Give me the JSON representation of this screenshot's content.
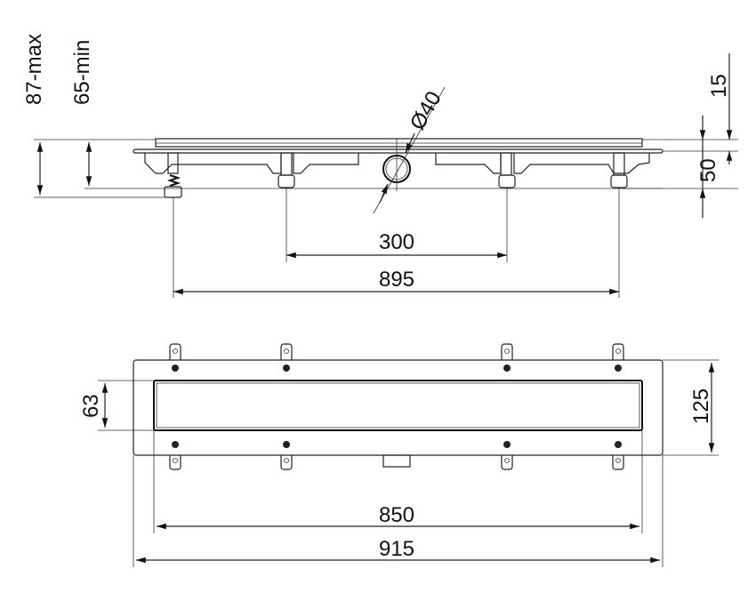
{
  "side_view": {
    "dim_max_height": "87-max",
    "dim_min_height": "65-min",
    "dim_grate_height": "15",
    "dim_body_height": "50",
    "dim_outlet_diameter": "Ø40",
    "dim_inner_leg_spacing": "300",
    "dim_outer_leg_spacing": "895"
  },
  "top_view": {
    "dim_channel_width": "63",
    "dim_flange_width": "125",
    "dim_channel_length": "850",
    "dim_total_length": "915"
  },
  "colors": {
    "line": "#222222",
    "background": "#ffffff"
  }
}
